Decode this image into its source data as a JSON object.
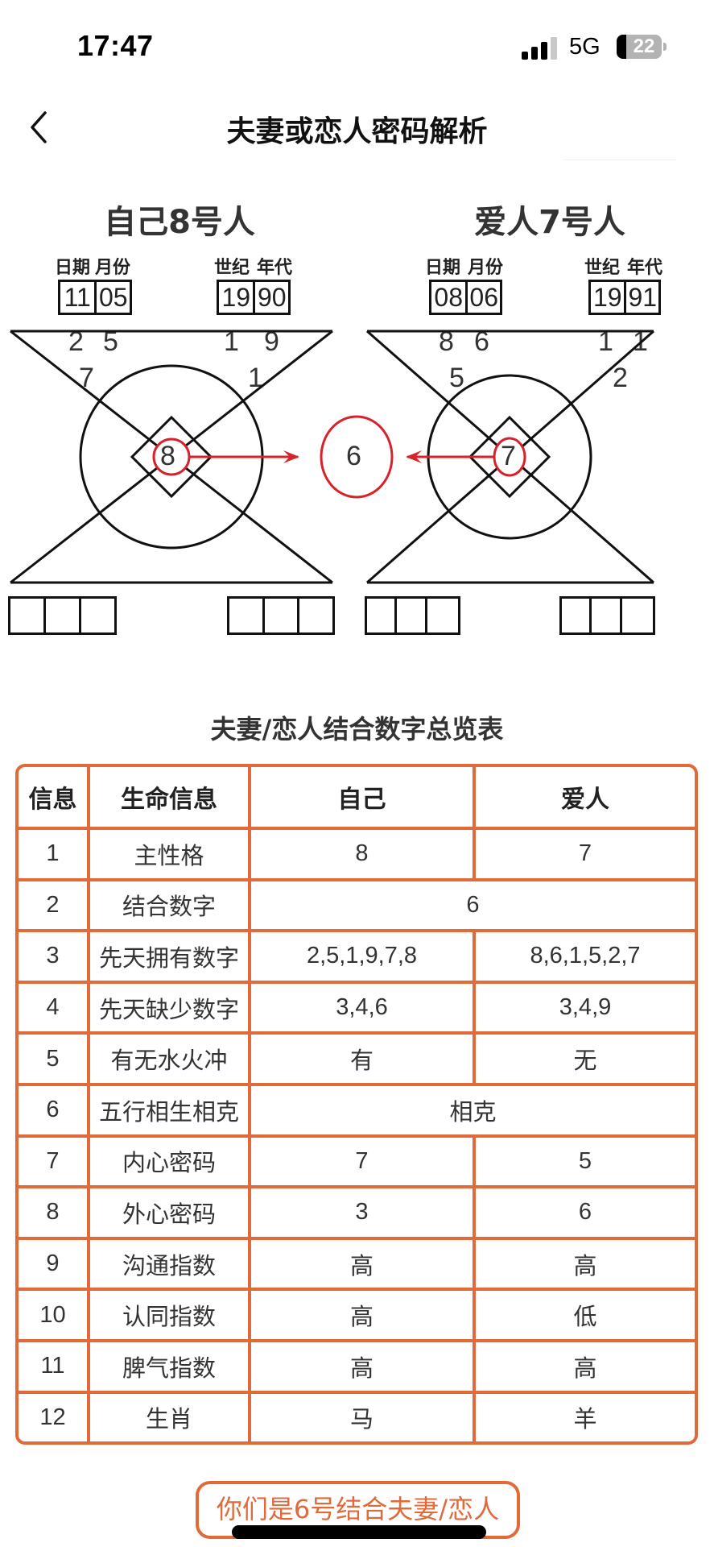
{
  "status_bar": {
    "time": "17:47",
    "network": "5G",
    "battery_level": "22",
    "signal_bars": 3
  },
  "nav": {
    "back_icon": "chevron-left-icon",
    "title": "夫妻或恋人密码解析"
  },
  "self": {
    "title": "自己8号人",
    "labels": {
      "day": "日期",
      "month": "月份",
      "century": "世纪",
      "decade": "年代"
    },
    "day": "11",
    "month": "05",
    "century": "19",
    "decade": "90",
    "top_left_digits": [
      "2",
      "5"
    ],
    "top_right_digits": [
      "1",
      "9"
    ],
    "inner_left_digit": "7",
    "inner_right_digit": "1",
    "center_number": "8"
  },
  "partner": {
    "title": "爱人7号人",
    "labels": {
      "day": "日期",
      "month": "月份",
      "century": "世纪",
      "decade": "年代"
    },
    "day": "08",
    "month": "06",
    "century": "19",
    "decade": "91",
    "top_left_digits": [
      "8",
      "6"
    ],
    "top_right_digits": [
      "1",
      "1"
    ],
    "inner_left_digit": "5",
    "inner_right_digit": "2",
    "center_number": "7"
  },
  "combined_number": "6",
  "colors": {
    "accent": "#e06a3a",
    "diagram_red": "#d8222a",
    "line": "#111111"
  },
  "table": {
    "title": "夫妻/恋人结合数字总览表",
    "headers": [
      "信息",
      "生命信息",
      "自己",
      "爱人"
    ],
    "rows": [
      {
        "no": "1",
        "item": "主性格",
        "self": "8",
        "partner": "7"
      },
      {
        "no": "2",
        "item": "结合数字",
        "merged": "6"
      },
      {
        "no": "3",
        "item": "先天拥有数字",
        "self": "2,5,1,9,7,8",
        "partner": "8,6,1,5,2,7"
      },
      {
        "no": "4",
        "item": "先天缺少数字",
        "self": "3,4,6",
        "partner": "3,4,9"
      },
      {
        "no": "5",
        "item": "有无水火冲",
        "self": "有",
        "partner": "无"
      },
      {
        "no": "6",
        "item": "五行相生相克",
        "merged": "相克"
      },
      {
        "no": "7",
        "item": "内心密码",
        "self": "7",
        "partner": "5"
      },
      {
        "no": "8",
        "item": "外心密码",
        "self": "3",
        "partner": "6"
      },
      {
        "no": "9",
        "item": "沟通指数",
        "self": "高",
        "partner": "高"
      },
      {
        "no": "10",
        "item": "认同指数",
        "self": "高",
        "partner": "低"
      },
      {
        "no": "11",
        "item": "脾气指数",
        "self": "高",
        "partner": "高"
      },
      {
        "no": "12",
        "item": "生肖",
        "self": "马",
        "partner": "羊"
      }
    ]
  },
  "result_button": {
    "label": "你们是6号结合夫妻/恋人"
  }
}
